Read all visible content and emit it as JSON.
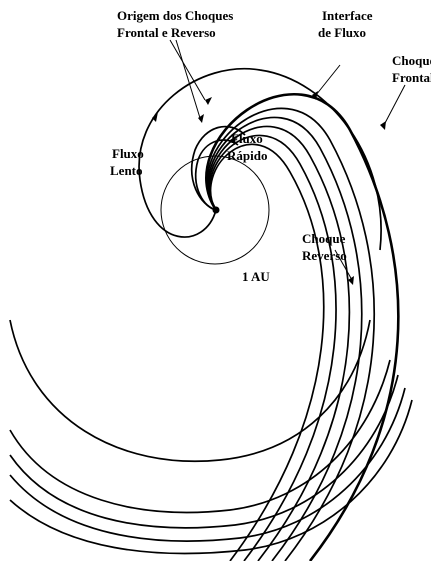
{
  "labels": {
    "origin_line1": "Origem dos Choques",
    "origin_line2": "Frontal e Reverso",
    "interface_line1": "Interface",
    "interface_line2": "de Fluxo",
    "forward_line1": "Choque",
    "forward_line2": "Frontal",
    "slow_line1": "Fluxo",
    "slow_line2": "Lento",
    "fast_line1": "Fluxo",
    "fast_line2": "Rápido",
    "reverse_line1": "Choque",
    "reverse_line2": "Reverso",
    "orbit": "1 AU"
  },
  "colors": {
    "ink": "#000000",
    "background": "#ffffff"
  }
}
